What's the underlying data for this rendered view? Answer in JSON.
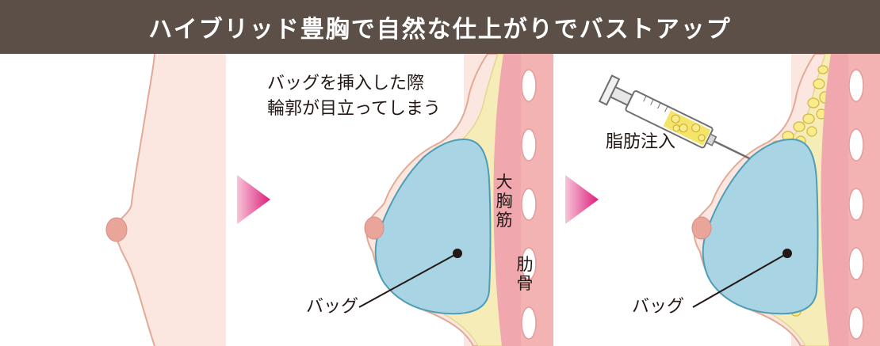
{
  "header": {
    "title": "ハイブリッド豊胸で自然な仕上がりでバストアップ"
  },
  "panel2": {
    "note_line1": "バッグを挿入した際",
    "note_line2": "輪郭が目立ってしまう",
    "muscle_label": [
      "大",
      "胸",
      "筋"
    ],
    "rib_label": [
      "肋",
      "骨"
    ],
    "bag_label": "バッグ"
  },
  "panel3": {
    "fat_label": "脂肪注入",
    "bag_label": "バッグ"
  },
  "colors": {
    "header_bg": "#5b4f47",
    "skin": "#fbe6e0",
    "skin_outline": "#e2aa96",
    "fat_layer": "#f6ecb8",
    "muscle": "#f0a8ae",
    "rib": "#ffffff",
    "implant": "#a8d4e3",
    "implant_outline": "#4f9eb8",
    "gland": "#f6b8cc",
    "fat_cell": "#f8ec8c",
    "arrow_start": "#f7c5d8",
    "arrow_end": "#dd1f7c"
  }
}
